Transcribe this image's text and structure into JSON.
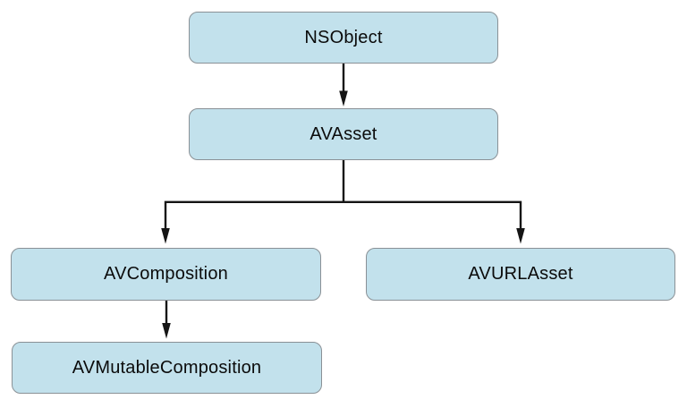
{
  "diagram": {
    "kind": "class-hierarchy",
    "background_color": "#ffffff",
    "node_fill_color": "#c2e1ec",
    "node_border_color": "#8a9196",
    "connector_color": "#151515",
    "text_color": "#0b0b0b",
    "nodes": [
      {
        "id": "nsobject",
        "label": "NSObject"
      },
      {
        "id": "avasset",
        "label": "AVAsset"
      },
      {
        "id": "avcomposition",
        "label": "AVComposition"
      },
      {
        "id": "avurlasset",
        "label": "AVURLAsset"
      },
      {
        "id": "avmutablecomposition",
        "label": "AVMutableComposition"
      }
    ],
    "edges": [
      {
        "from": "NSObject",
        "to": "AVAsset"
      },
      {
        "from": "AVAsset",
        "to": "AVComposition"
      },
      {
        "from": "AVAsset",
        "to": "AVURLAsset"
      },
      {
        "from": "AVComposition",
        "to": "AVMutableComposition"
      }
    ]
  }
}
